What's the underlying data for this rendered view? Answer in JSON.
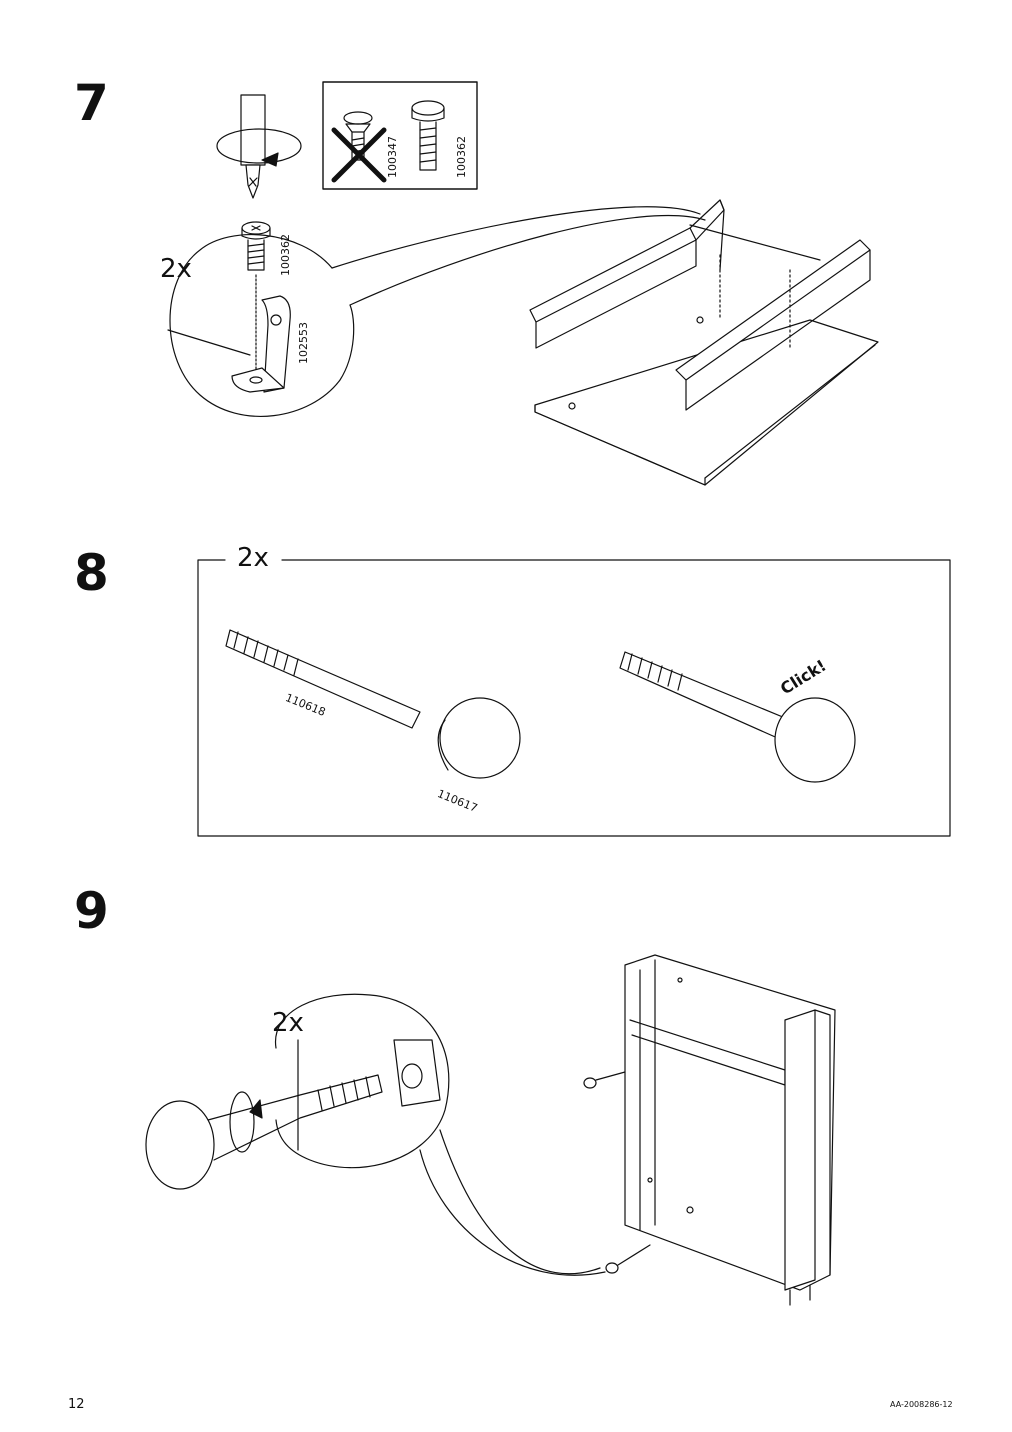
{
  "page_number": "12",
  "doc_code": "AA-2008286-12",
  "steps": [
    {
      "number": "7",
      "quantity": "2x",
      "part_numbers": {
        "screw": "100362",
        "bracket": "102553",
        "wrong_screw": "100347",
        "correct_screw": "100362"
      }
    },
    {
      "number": "8",
      "quantity": "2x",
      "part_numbers": {
        "rod": "110618",
        "knob": "110617"
      },
      "annotation": "Click!"
    },
    {
      "number": "9",
      "quantity": "2x"
    }
  ]
}
